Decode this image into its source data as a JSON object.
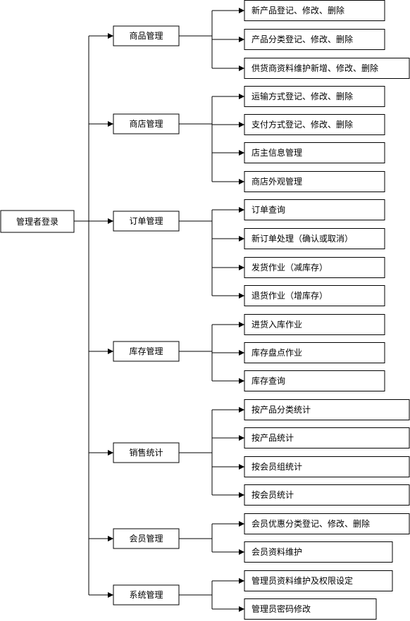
{
  "root": "管理者登录",
  "modules": [
    {
      "label": "商品管理",
      "items": [
        "新产品登记、修改、删除",
        "产品分类登记、修改、删除",
        "供货商资料维护新增、修改、删除"
      ]
    },
    {
      "label": "商店管理",
      "items": [
        "运输方式登记、修改、删除",
        "支付方式登记、修改、删除",
        "店主信息管理",
        "商店外观管理"
      ]
    },
    {
      "label": "订单管理",
      "items": [
        "订单查询",
        "新订单处理（确认或取消）",
        "发货作业（减库存）",
        "退货作业（增库存）"
      ]
    },
    {
      "label": "库存管理",
      "items": [
        "进货入库作业",
        "库存盘点作业",
        "库存查询"
      ]
    },
    {
      "label": "销售统计",
      "items": [
        "按产品分类统计",
        "按产品统计",
        "按会员组统计",
        "按会员统计"
      ]
    },
    {
      "label": "会员管理",
      "items": [
        "会员优惠分类登记、修改、删除",
        "会员资料维护"
      ]
    },
    {
      "label": "系统管理",
      "items": [
        "管理员资料维护及权限设定",
        "管理员密码修改"
      ]
    }
  ]
}
